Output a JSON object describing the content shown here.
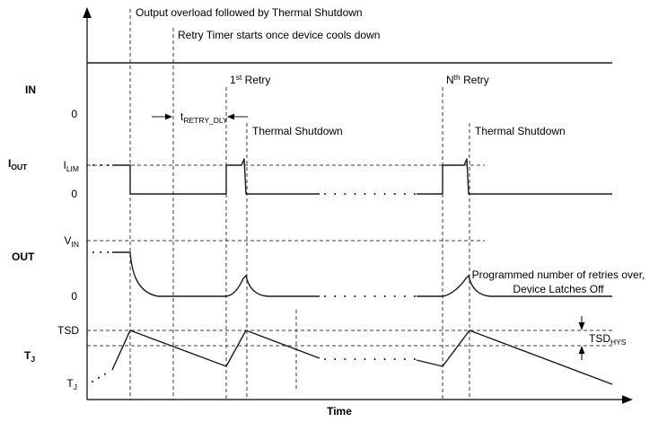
{
  "diagram": {
    "annotations": {
      "overload": "Output overload followed by Thermal Shutdown",
      "retry_timer": "Retry Timer starts once device cools down",
      "first_retry": {
        "num": "1",
        "sup": "st",
        "rest": " Retry"
      },
      "nth_retry": {
        "num": "N",
        "sup": "th",
        "rest": " Retry"
      },
      "retry_delay": {
        "base": "t",
        "sub": "RETRY_DLY"
      },
      "thermal_shutdown_first": "Thermal Shutdown",
      "thermal_shutdown_nth": "Thermal Shutdown",
      "latch_off_line1": "Programmed number of retries over,",
      "latch_off_line2": "Device Latches Off",
      "tsd_hys": {
        "base": "TSD",
        "sub": "HYS"
      }
    },
    "signals": {
      "in": {
        "label": "IN",
        "zero": "0"
      },
      "iout": {
        "label": {
          "base": "I",
          "sub": "OUT"
        },
        "level_ilim": {
          "base": "I",
          "sub": "LIM"
        },
        "zero": "0"
      },
      "out": {
        "label": "OUT",
        "level_vin": {
          "base": "V",
          "sub": "IN"
        },
        "zero": "0"
      },
      "tj": {
        "label": {
          "base": "T",
          "sub": "J"
        },
        "level_tsd": "TSD",
        "level_tj_initial": {
          "base": "T",
          "sub": "J"
        }
      }
    },
    "axis": {
      "time_label": "Time"
    },
    "colors": {
      "waveform": "#1a1a1a",
      "dashed": "#3d3d3d",
      "text": "#000000",
      "background": "#ffffff"
    }
  }
}
